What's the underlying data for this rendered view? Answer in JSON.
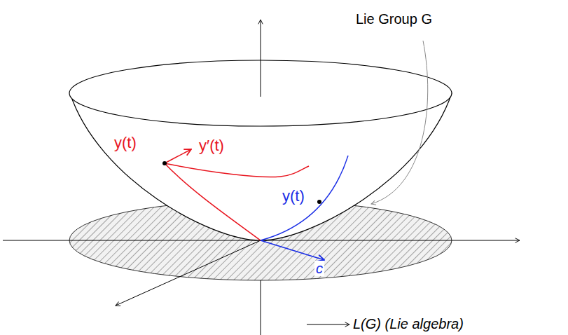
{
  "diagram": {
    "labels": [
      "Lie Group G",
      "y(t)",
      "y′(t)",
      "y(t)",
      "c",
      "L(G) (Lie algebra)"
    ]
  }
}
